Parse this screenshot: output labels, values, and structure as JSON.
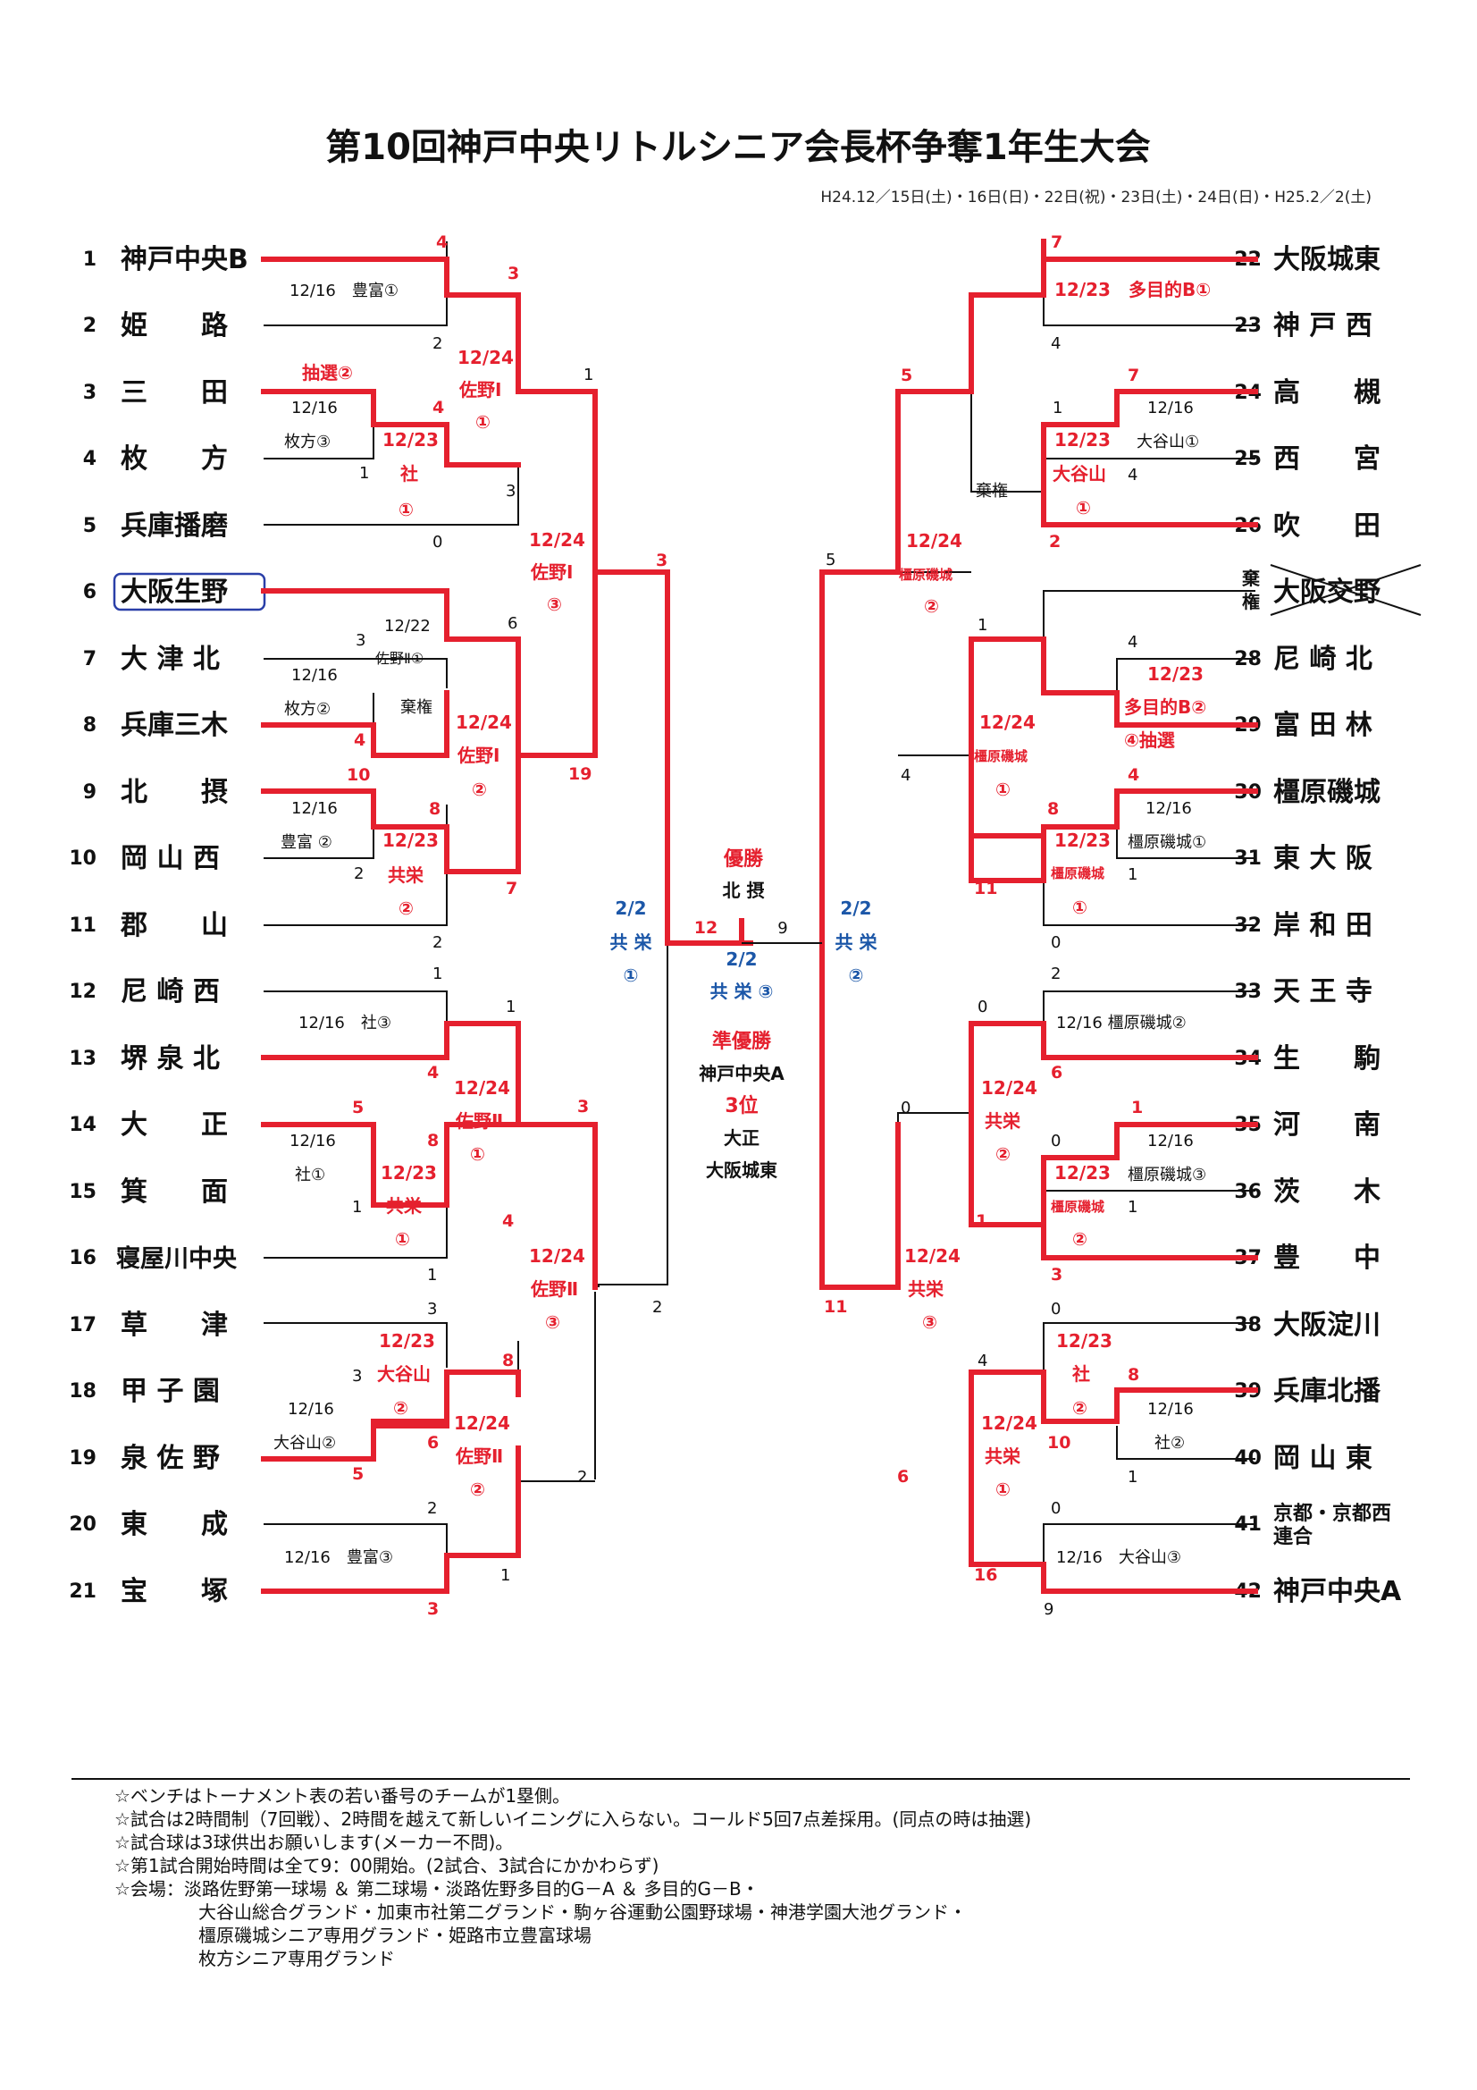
{
  "title": "第10回神戸中央リトルシニア会長杯争奪1年生大会",
  "dates": "H24.12／15日(土)・16日(日)・22日(祝)・23日(土)・24日(日)・H25.2／2(土)",
  "teams_left": [
    {
      "seed": "1",
      "name": "神戸中央B"
    },
    {
      "seed": "2",
      "name": "姫　　路"
    },
    {
      "seed": "3",
      "name": "三　　田"
    },
    {
      "seed": "4",
      "name": "枚　　方"
    },
    {
      "seed": "5",
      "name": "兵庫播磨"
    },
    {
      "seed": "6",
      "name": "大阪生野"
    },
    {
      "seed": "7",
      "name": "大 津 北"
    },
    {
      "seed": "8",
      "name": "兵庫三木"
    },
    {
      "seed": "9",
      "name": "北　　摂"
    },
    {
      "seed": "10",
      "name": "岡 山 西"
    },
    {
      "seed": "11",
      "name": "郡　　山"
    },
    {
      "seed": "12",
      "name": "尼 崎 西"
    },
    {
      "seed": "13",
      "name": "堺 泉 北"
    },
    {
      "seed": "14",
      "name": "大　　正"
    },
    {
      "seed": "15",
      "name": "箕　　面"
    },
    {
      "seed": "16",
      "name": "寝屋川中央"
    },
    {
      "seed": "17",
      "name": "草　　津"
    },
    {
      "seed": "18",
      "name": "甲 子 園"
    },
    {
      "seed": "19",
      "name": "泉 佐 野"
    },
    {
      "seed": "20",
      "name": "東　　成"
    },
    {
      "seed": "21",
      "name": "宝　　塚"
    }
  ],
  "teams_right": [
    {
      "seed": "22",
      "name": "大阪城東"
    },
    {
      "seed": "23",
      "name": "神 戸 西"
    },
    {
      "seed": "24",
      "name": "高　　槻"
    },
    {
      "seed": "25",
      "name": "西　　宮"
    },
    {
      "seed": "26",
      "name": "吹　　田"
    },
    {
      "seed": "",
      "name": "大阪交野",
      "withdrawn": "棄権"
    },
    {
      "seed": "28",
      "name": "尼 崎 北"
    },
    {
      "seed": "29",
      "name": "富 田 林"
    },
    {
      "seed": "30",
      "name": "橿原磯城"
    },
    {
      "seed": "31",
      "name": "東 大 阪"
    },
    {
      "seed": "32",
      "name": "岸 和 田"
    },
    {
      "seed": "33",
      "name": "天 王 寺"
    },
    {
      "seed": "34",
      "name": "生　　駒"
    },
    {
      "seed": "35",
      "name": "河　　南"
    },
    {
      "seed": "36",
      "name": "茨　　木"
    },
    {
      "seed": "37",
      "name": "豊　　中"
    },
    {
      "seed": "38",
      "name": "大阪淀川"
    },
    {
      "seed": "39",
      "name": "兵庫北播"
    },
    {
      "seed": "40",
      "name": "岡 山 東"
    },
    {
      "seed": "41",
      "name": "京都・京都西連合"
    },
    {
      "seed": "42",
      "name": "神戸中央A"
    }
  ],
  "scores": {
    "l1": {
      "a": "4",
      "b": "2",
      "c": "3",
      "d": "1",
      "e": "4",
      "f": "0",
      "g": "1",
      "h": "3"
    },
    "l2": {
      "a": "3",
      "b": "4",
      "c": "6",
      "d": "19",
      "e": "10",
      "f": "2",
      "g": "8",
      "h": "7",
      "i": "3"
    },
    "l3": {
      "a": "1",
      "b": "4",
      "c": "1",
      "d": "5",
      "e": "1",
      "f": "8",
      "g": "4",
      "h": "1",
      "i": "3"
    },
    "l4": {
      "a": "3",
      "b": "3",
      "c": "6",
      "d": "5",
      "e": "8",
      "f": "2",
      "g": "2",
      "h": "1",
      "i": "3",
      "j": "2"
    },
    "r1": {
      "a": "7",
      "b": "4",
      "c": "5",
      "d": "1",
      "e": "7",
      "f": "4",
      "g": "2"
    },
    "r2": {
      "a": "5",
      "b": "1",
      "c": "4",
      "d": "2",
      "e": "4",
      "f": "4",
      "g": "8",
      "h": "1",
      "i": "11",
      "j": "0"
    },
    "r3": {
      "a": "2",
      "b": "0",
      "c": "6",
      "d": "0",
      "e": "1",
      "f": "0",
      "g": "1",
      "h": "3"
    },
    "r4": {
      "a": "11",
      "b": "0",
      "c": "4",
      "d": "8",
      "e": "10",
      "f": "1",
      "g": "6",
      "h": "0",
      "i": "16",
      "j": "9"
    },
    "final": {
      "l": "12",
      "r": "9"
    }
  },
  "notes": {
    "n1": "12/16　豊富①",
    "n2": "抽選②",
    "n3": "12/16",
    "n4": "枚方③",
    "n5": "12/23",
    "n6": "社",
    "n7": "①",
    "n8": "12/24",
    "n9": "佐野Ⅰ",
    "n10": "①",
    "n11": "12/22",
    "n12": "佐野Ⅱ①",
    "n13": "12/16",
    "n14": "枚方②",
    "n15": "棄権",
    "n16": "12/24",
    "n17": "佐野Ⅰ",
    "n18": "②",
    "n19": "12/16",
    "n20": "豊富 ②",
    "n21": "12/23",
    "n22": "共栄",
    "n23": "②",
    "n24": "12/24",
    "n25": "佐野Ⅰ",
    "n26": "③",
    "n27": "12/16　社③",
    "n28": "12/16",
    "n29": "社①",
    "n30": "12/23",
    "n31": "共栄",
    "n32": "①",
    "n33": "12/24",
    "n34": "佐野Ⅱ",
    "n35": "①",
    "n36": "12/24",
    "n37": "佐野Ⅱ",
    "n38": "③",
    "n39": "12/23",
    "n40": "大谷山",
    "n41": "②",
    "n42": "12/16",
    "n43": "大谷山②",
    "n44": "12/24",
    "n45": "佐野Ⅱ",
    "n46": "②",
    "n47": "12/16　豊富③",
    "m1": "12/23　多目的B①",
    "m2": "12/16",
    "m3": "大谷山①",
    "m4": "12/23",
    "m5": "大谷山",
    "m6": "①",
    "m7": "棄権",
    "m8": "12/24",
    "m9": "橿原磯城",
    "m10": "②",
    "m11": "12/23",
    "m12": "多目的B②",
    "m13": "④抽選",
    "m14": "12/24",
    "m15": "橿原磯城",
    "m16": "①",
    "m17": "12/16",
    "m18": "橿原磯城①",
    "m19": "12/23",
    "m20": "橿原磯城",
    "m21": "①",
    "m22": "12/16 橿原磯城②",
    "m23": "12/24",
    "m24": "共栄",
    "m25": "②",
    "m26": "12/16",
    "m27": "橿原磯城③",
    "m28": "12/23",
    "m29": "橿原磯城",
    "m30": "②",
    "m31": "12/24",
    "m32": "共栄",
    "m33": "③",
    "m34": "12/23",
    "m35": "社",
    "m36": "②",
    "m37": "12/16",
    "m38": "社②",
    "m39": "12/24",
    "m40": "共栄",
    "m41": "①",
    "m42": "12/16　大谷山③"
  },
  "semis": {
    "left": {
      "date": "2/2",
      "venue": "共 栄",
      "no": "①"
    },
    "right": {
      "date": "2/2",
      "venue": "共 栄",
      "no": "②"
    },
    "final": {
      "date": "2/2",
      "venue": "共 栄 ③"
    }
  },
  "results": {
    "champion_label": "優勝",
    "champion": "北 摂",
    "runner_up_label": "準優勝",
    "runner_up": "神戸中央A",
    "third_label": "3位",
    "third_1": "大正",
    "third_2": "大阪城東"
  },
  "footer": [
    "☆ベンチはトーナメント表の若い番号のチームが1塁側。",
    "☆試合は2時間制（7回戦）、2時間を越えて新しいイニングに入らない。コールド5回7点差採用。(同点の時は抽選)",
    "☆試合球は3球供出お願いします(メーカー不問)。",
    "☆第1試合開始時間は全て9：00開始。(2試合、3試合にかかわらず)",
    "☆会場：淡路佐野第一球場 ＆ 第二球場・淡路佐野多目的G－A ＆ 多目的G－B・",
    "大谷山総合グランド・加東市社第二グランド・駒ヶ谷運動公園野球場・神港学園大池グランド・",
    "橿原磯城シニア専用グランド・姫路市立豊富球場",
    "枚方シニア専用グランド"
  ],
  "colors": {
    "win_line": "#e5202e",
    "lose_line": "#111111",
    "semi_blue": "#1c57a8",
    "highlight_box": "#2a3fa8"
  }
}
